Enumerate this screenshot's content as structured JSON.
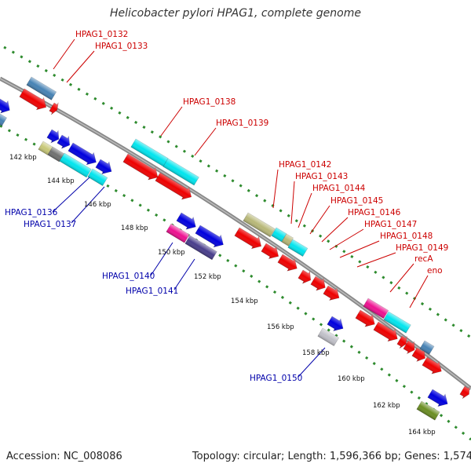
{
  "title": "Helicobacter pylori HPAG1, complete genome",
  "footer": {
    "accession": "Accession: NC_008086",
    "info": "Topology: circular; Length: 1,596,366 bp; Genes: 1,574"
  },
  "colors": {
    "backbone": "#8c8c8c",
    "tick": "#2e8b2e",
    "forward_label": "#cc0000",
    "reverse_label": "#0000aa"
  },
  "kbp_ticks": [
    {
      "label": "142 kbp"
    },
    {
      "label": "144 kbp"
    },
    {
      "label": "146 kbp"
    },
    {
      "label": "148 kbp"
    },
    {
      "label": "150 kbp"
    },
    {
      "label": "152 kbp"
    },
    {
      "label": "154 kbp"
    },
    {
      "label": "156 kbp"
    },
    {
      "label": "158 kbp"
    },
    {
      "label": "160 kbp"
    },
    {
      "label": "162 kbp"
    },
    {
      "label": "164 kbp"
    }
  ],
  "forward_labels": [
    {
      "text": "HPAG1_0132"
    },
    {
      "text": "HPAG1_0133"
    },
    {
      "text": "HPAG1_0138"
    },
    {
      "text": "HPAG1_0139"
    },
    {
      "text": "HPAG1_0142"
    },
    {
      "text": "HPAG1_0143"
    },
    {
      "text": "HPAG1_0144"
    },
    {
      "text": "HPAG1_0145"
    },
    {
      "text": "HPAG1_0146"
    },
    {
      "text": "HPAG1_0147"
    },
    {
      "text": "HPAG1_0148"
    },
    {
      "text": "HPAG1_0149"
    },
    {
      "text": "recA"
    },
    {
      "text": "eno"
    }
  ],
  "reverse_labels": [
    {
      "text": "HPAG1_0136"
    },
    {
      "text": "HPAG1_0137"
    },
    {
      "text": "HPAG1_0140"
    },
    {
      "text": "HPAG1_0141"
    },
    {
      "text": "HPAG1_0150"
    }
  ]
}
